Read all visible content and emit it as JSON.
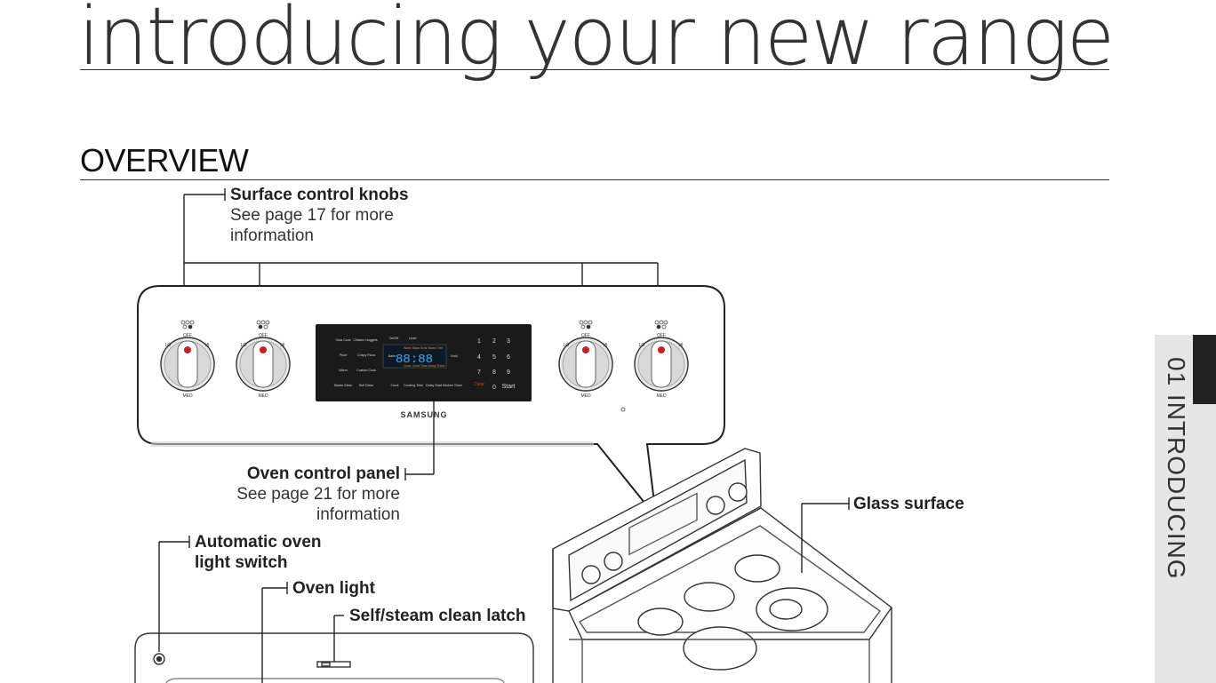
{
  "page_title": "introducing your new range",
  "section_heading": "OVERVIEW",
  "callouts": {
    "surface_knobs": {
      "label": "Surface control knobs",
      "note_line1": "See page 17 for more",
      "note_line2": "information"
    },
    "oven_panel": {
      "label": "Oven control panel",
      "note_line1": "See page 21 for more",
      "note_line2": "information"
    },
    "glass_surface": {
      "label": "Glass surface"
    },
    "auto_light_switch": {
      "label_line1": "Automatic oven",
      "label_line2": "light switch"
    },
    "oven_light": {
      "label": "Oven light"
    },
    "clean_latch": {
      "label": "Self/steam clean latch"
    }
  },
  "side_tab": {
    "text": "01  INTRODUCING"
  },
  "control_panel": {
    "brand": "SAMSUNG",
    "knob_off": "OFF",
    "knob_lo": "LO",
    "knob_hi": "HI",
    "knob_med": "MED",
    "display_digits": "88:88",
    "keypad": [
      "1",
      "2",
      "3",
      "4",
      "5",
      "6",
      "7",
      "8",
      "9",
      "0"
    ],
    "start_label": "Start",
    "clear_label": "Clear",
    "left_keys": [
      "Slow Cook",
      "Chicken Nuggets",
      "Proof",
      "Crispy Pizza",
      "Warm",
      "Custom Cook",
      "Steam Clean",
      "Self Clean"
    ],
    "mid_keys": [
      "On/Off",
      "Level",
      "Bake",
      "Broil",
      "Clock",
      "Cooking Time",
      "Delay Start",
      "Kitchen Timer"
    ]
  },
  "colors": {
    "accent": "#222222",
    "knob_red": "#c8202a",
    "panel_bg": "#1a1a1a",
    "display": "#3ea8ff",
    "tab_bg": "#e6e6e6"
  }
}
